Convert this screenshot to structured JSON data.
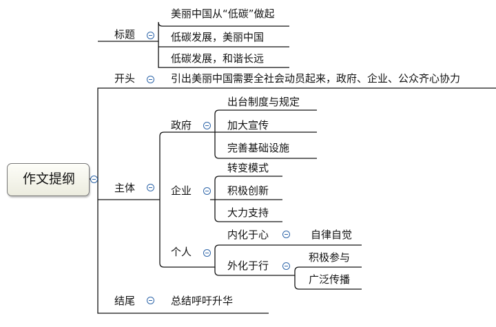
{
  "root": {
    "label": "作文提纲"
  },
  "sections": [
    {
      "label": "标题",
      "items": [
        "美丽中国从“低碳”做起",
        "低碳发展，美丽中国",
        "低碳发展，和谐长远"
      ]
    },
    {
      "label": "开头",
      "items": [
        "引出美丽中国需要全社会动员起来，政府、企业、公众齐心协力"
      ]
    },
    {
      "label": "主体",
      "groups": [
        {
          "label": "政府",
          "items": [
            "出台制度与规定",
            "加大宣传",
            "完善基础设施"
          ]
        },
        {
          "label": "企业",
          "items": [
            "转变模式",
            "积极创新",
            "大力支持"
          ]
        },
        {
          "label": "个人",
          "subgroups": [
            {
              "label": "内化于心",
              "items": [
                "自律自觉"
              ]
            },
            {
              "label": "外化于行",
              "items": [
                "积极参与",
                "广泛传播"
              ]
            }
          ]
        }
      ]
    },
    {
      "label": "结尾",
      "items": [
        "总结呼吁升华"
      ]
    }
  ]
}
